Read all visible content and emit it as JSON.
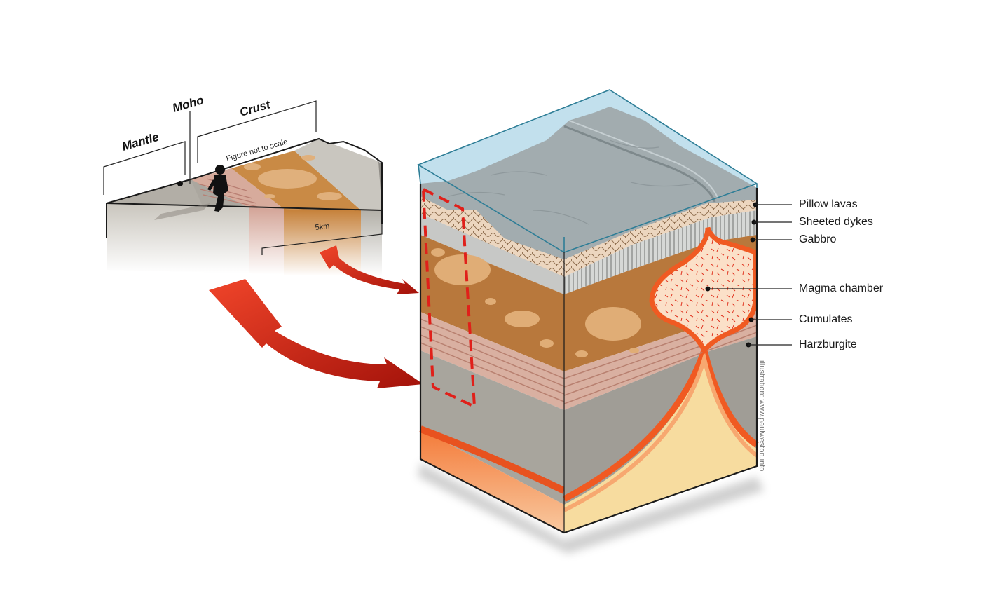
{
  "labels": {
    "mantle": "Mantle",
    "moho": "Moho",
    "crust": "Crust",
    "not_to_scale": "Figure not to scale",
    "scale": "5km",
    "pillow_lavas": "Pillow lavas",
    "sheeted_dykes": "Sheeted dykes",
    "gabbro": "Gabbro",
    "magma_chamber": "Magma chamber",
    "cumulates": "Cumulates",
    "harzburgite": "Harzburgite",
    "credit": "illustration: www.paulweston.info"
  },
  "colors": {
    "sea": "#a9d3e6",
    "seafloor": "#9aa5a8",
    "pillow": "#ead3bb",
    "dykes": "#c9cbc9",
    "gabbro": "#b8763a",
    "cumulates": "#d6a99a",
    "harzburgite": "#a7a49c",
    "magma": "#f26a2a",
    "arrow": "#d42a16",
    "outline": "#1a1a1a"
  }
}
